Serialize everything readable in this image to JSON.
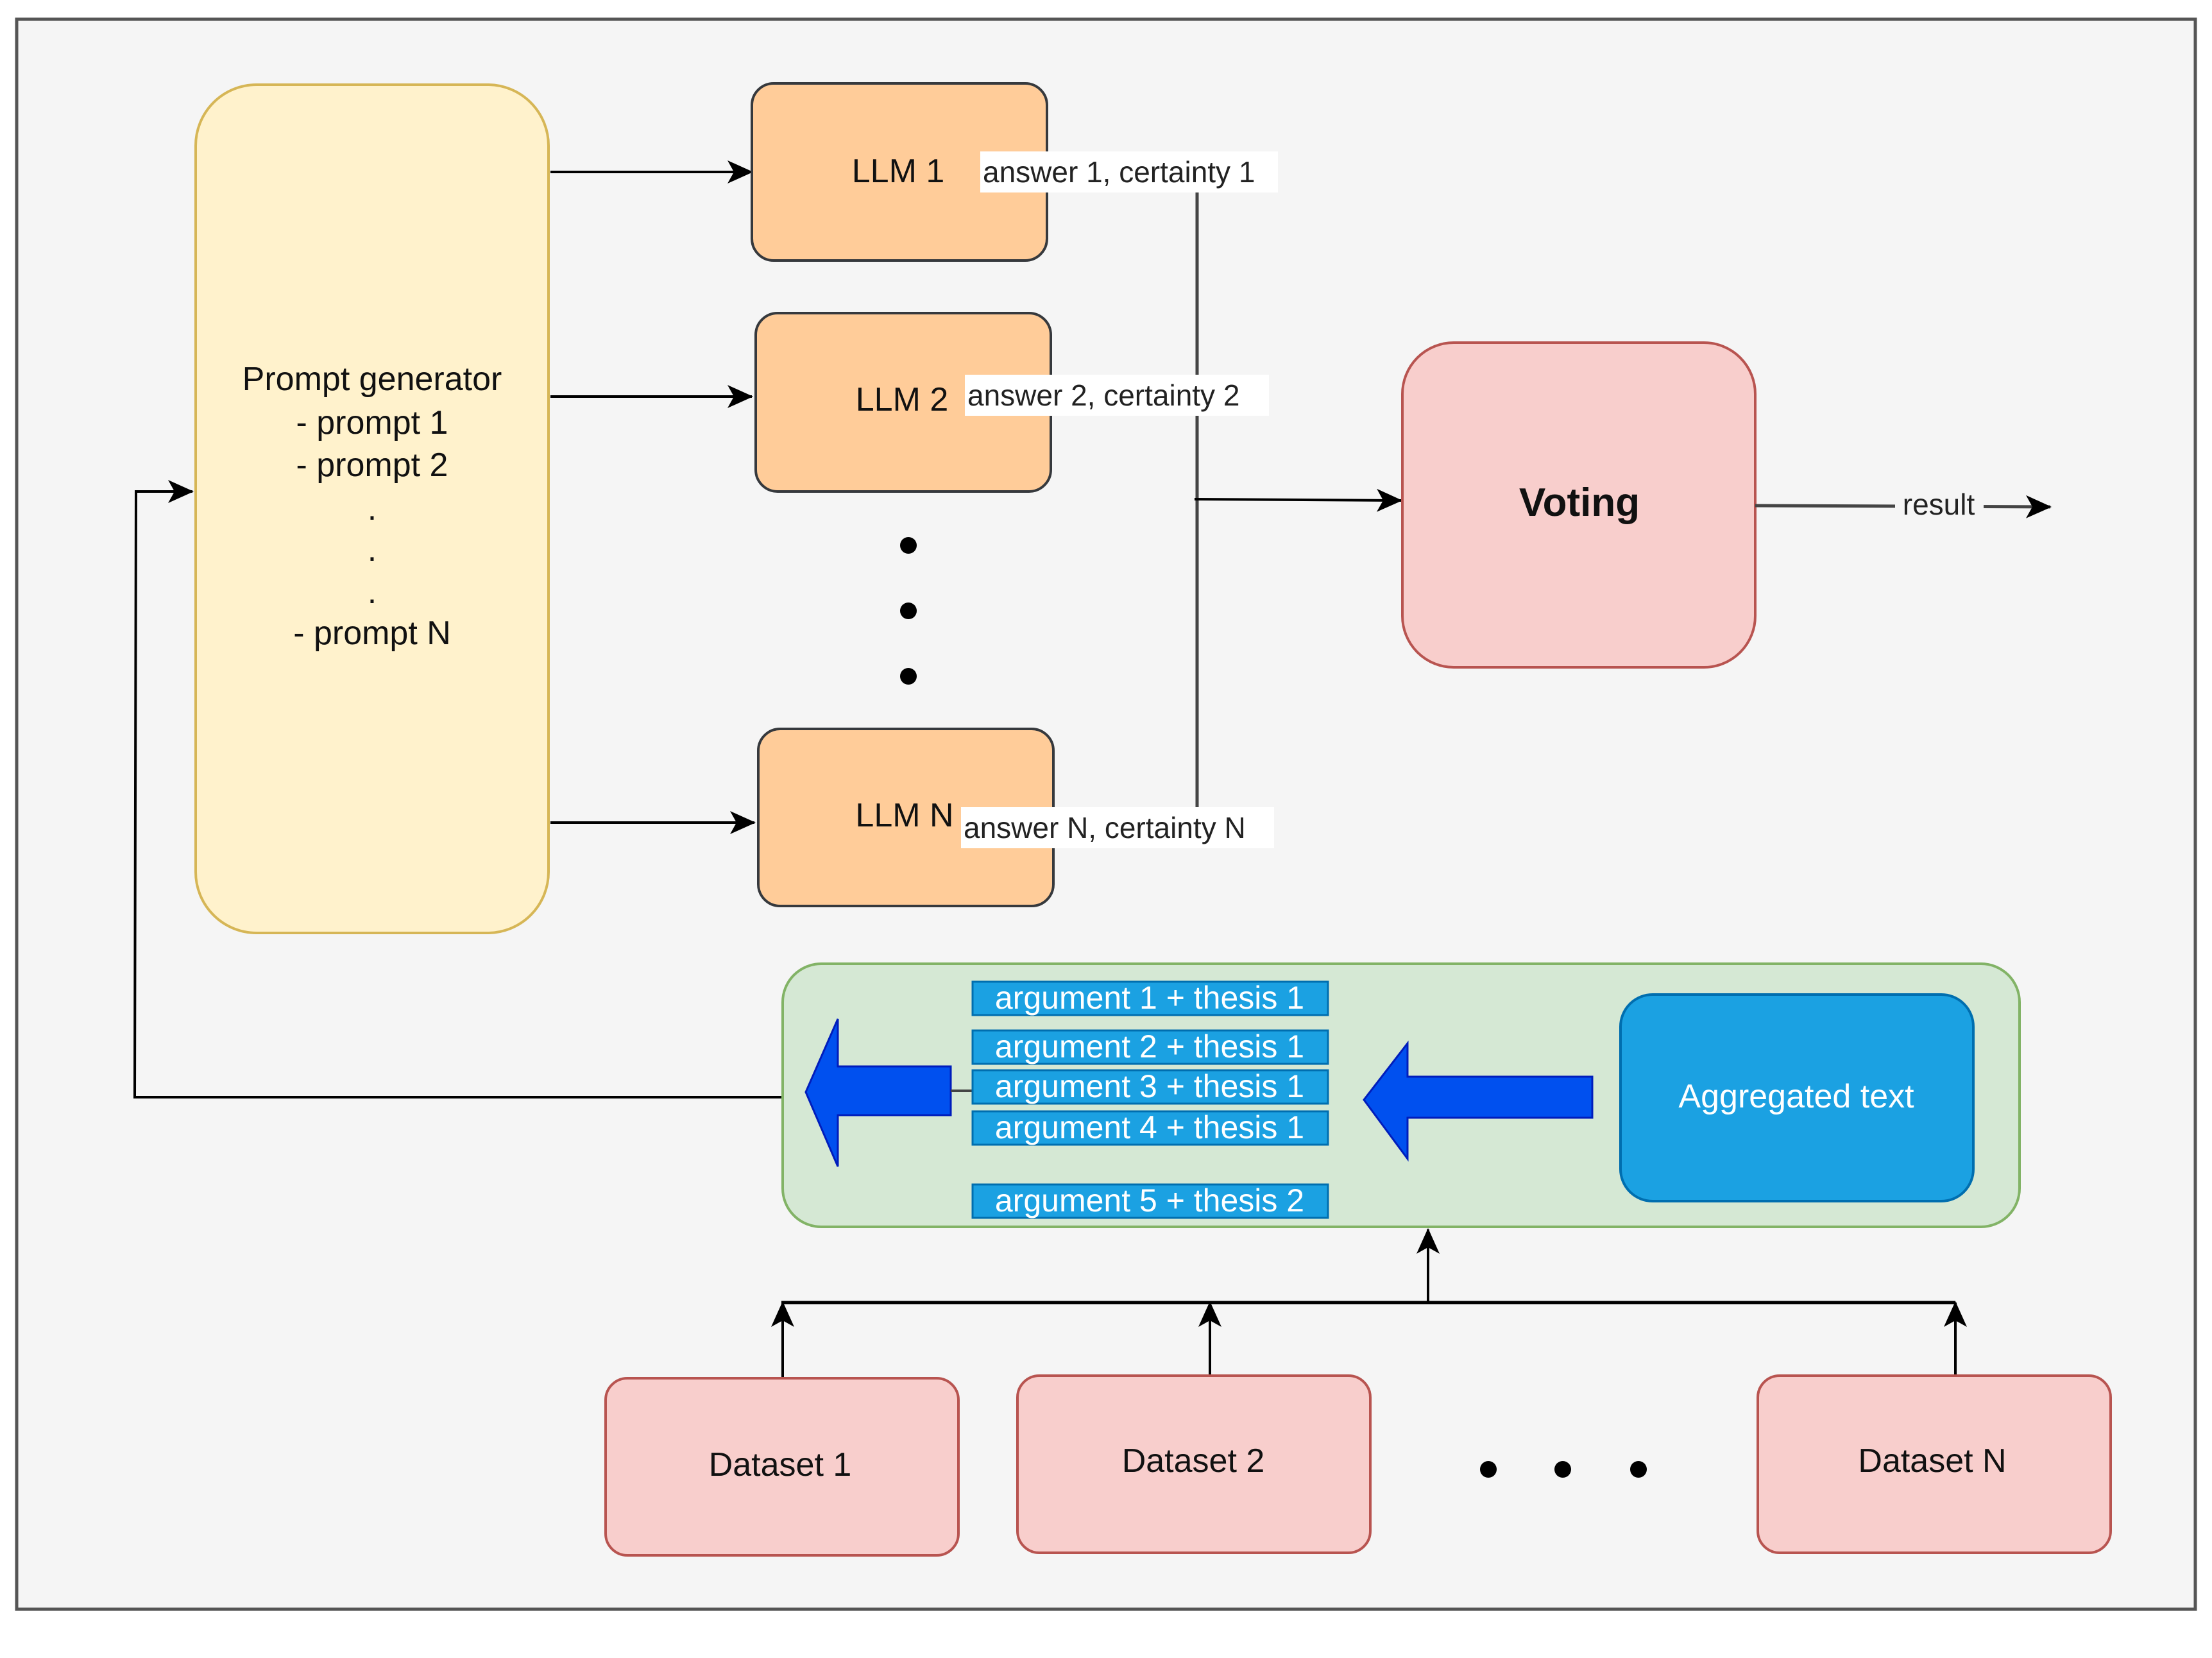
{
  "prompt_generator": {
    "title": "Prompt generator",
    "lines": [
      "- prompt 1",
      "- prompt 2",
      ".",
      ".",
      ".",
      "- prompt N"
    ]
  },
  "llms": [
    {
      "label": "LLM 1",
      "output": "answer 1, certainty 1"
    },
    {
      "label": "LLM 2",
      "output": "answer 2, certainty 2"
    },
    {
      "label": "LLM N",
      "output": "answer N, certainty N"
    }
  ],
  "voting": {
    "label": "Voting",
    "output_label": "result"
  },
  "aggregation": {
    "arguments": [
      "argument 1 + thesis 1",
      "argument 2 + thesis 1",
      "argument 3 + thesis 1",
      "argument 4 + thesis 1",
      "argument 5 + thesis 2"
    ],
    "aggregated_text": "Aggregated text"
  },
  "datasets": [
    "Dataset 1",
    "Dataset 2",
    "Dataset N"
  ],
  "colors": {
    "prompt_fill": "#fff2cc",
    "prompt_stroke": "#d6b656",
    "llm_fill": "#ffcc99",
    "llm_stroke": "#36393d",
    "pink_fill": "#f8cecc",
    "pink_stroke": "#b85450",
    "green_fill": "#d5e8d4",
    "green_stroke": "#82b366",
    "blue_fill": "#1ba1e2",
    "blue_stroke": "#006eaf",
    "arrow_blue": "#0050ef",
    "canvas_bg": "#f5f5f5"
  }
}
